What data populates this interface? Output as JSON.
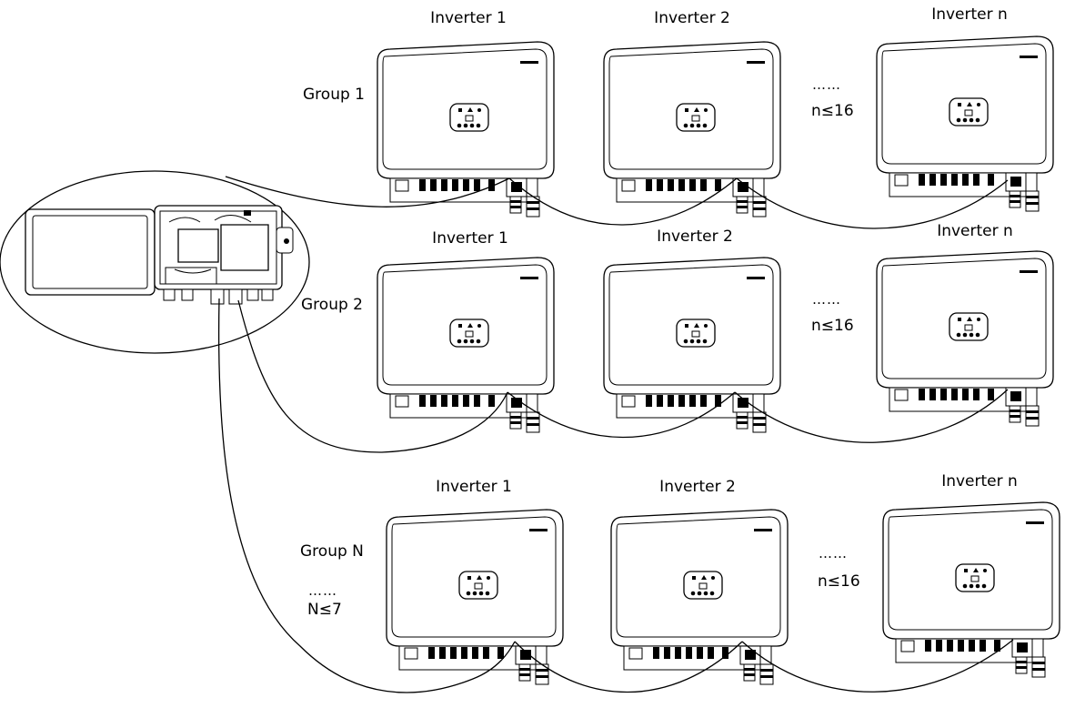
{
  "diagram": {
    "groups": [
      {
        "label": "Group 1",
        "inverters": [
          "Inverter 1",
          "Inverter 2",
          "Inverter n"
        ],
        "ellipsis": "……",
        "count_limit": "n≤16"
      },
      {
        "label": "Group 2",
        "inverters": [
          "Inverter 1",
          "Inverter 2",
          "Inverter n"
        ],
        "ellipsis": "……",
        "count_limit": "n≤16"
      },
      {
        "label": "Group N",
        "inverters": [
          "Inverter 1",
          "Inverter 2",
          "Inverter n"
        ],
        "ellipsis": "……",
        "count_limit": "n≤16"
      }
    ],
    "group_ellipsis": "……",
    "group_limit": "N≤7",
    "icons": [
      "inverter-icon",
      "monitoring-box-icon"
    ]
  }
}
